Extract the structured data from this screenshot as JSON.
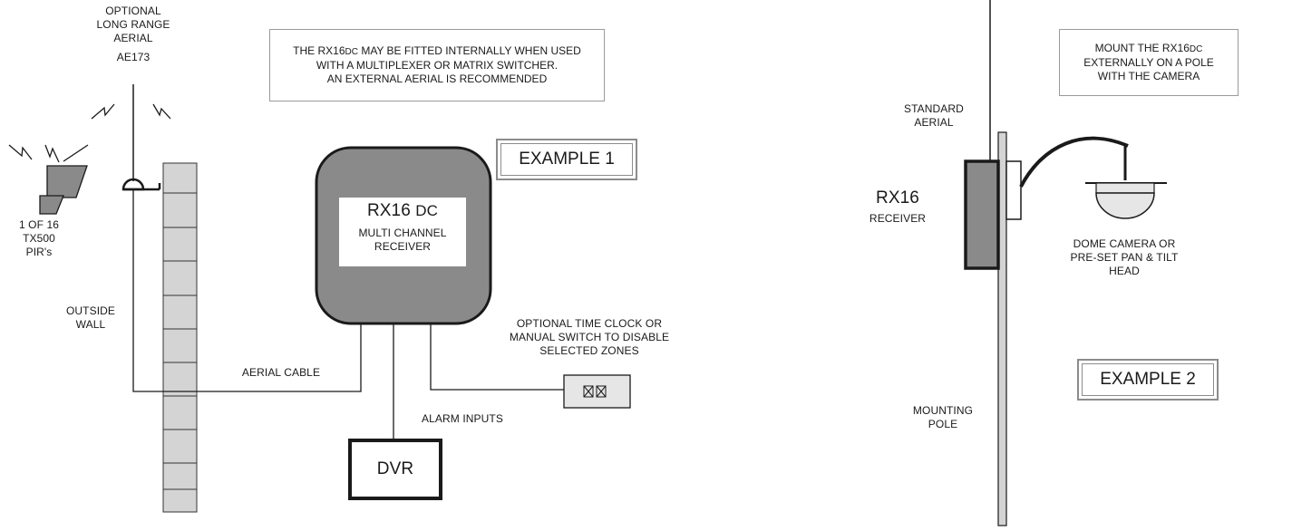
{
  "example1": {
    "label": "EXAMPLE 1",
    "note_line1_pre": "THE RX16",
    "note_line1_sub": "DC",
    "note_line1_post": " MAY BE FITTED INTERNALLY WHEN USED",
    "note_line2": "WITH A MULTIPLEXER OR MATRIX SWITCHER.",
    "note_line3": "AN EXTERNAL AERIAL IS RECOMMENDED",
    "aerial_line1": "OPTIONAL",
    "aerial_line2": "LONG RANGE",
    "aerial_line3": "AERIAL",
    "aerial_model": "AE173",
    "pir_line1": "1 OF 16",
    "pir_line2": "TX500",
    "pir_line3": "PIR's",
    "wall_line1": "OUTSIDE",
    "wall_line2": "WALL",
    "aerial_cable": "AERIAL CABLE",
    "receiver_model": "RX16",
    "receiver_model_suffix": "DC",
    "receiver_line1": "MULTI CHANNEL",
    "receiver_line2": "RECEIVER",
    "timeclock_line1": "OPTIONAL TIME CLOCK OR",
    "timeclock_line2": "MANUAL SWITCH TO DISABLE",
    "timeclock_line3": "SELECTED ZONES",
    "alarm_inputs": "ALARM INPUTS",
    "dvr": "DVR"
  },
  "example2": {
    "label": "EXAMPLE 2",
    "note_line1": "MOUNT THE RX16",
    "note_line1_sub": "DC",
    "note_line2": "EXTERNALLY ON A POLE",
    "note_line3": "WITH THE CAMERA",
    "aerial_line1": "STANDARD",
    "aerial_line2": "AERIAL",
    "receiver_model": "RX16",
    "receiver_label": "RECEIVER",
    "camera_line1": "DOME CAMERA OR",
    "camera_line2": "PRE-SET PAN & TILT",
    "camera_line3": "HEAD",
    "pole_line1": "MOUNTING",
    "pole_line2": "POLE"
  },
  "colors": {
    "line": "#1a1a1a",
    "grey_fill": "#8a8a8a",
    "light_grey": "#d4d4d4",
    "frame": "#8c8c8c"
  }
}
